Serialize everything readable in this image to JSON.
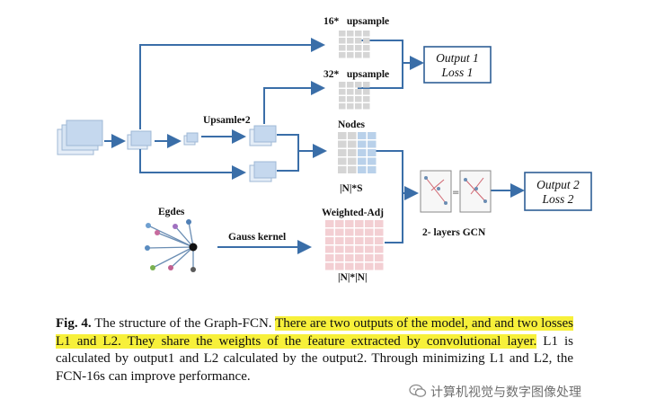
{
  "diagram": {
    "labels": {
      "upsample16": "16*   upsample",
      "upsample32": "32*   upsample",
      "upsample2": "Upsamle•2",
      "nodes": "Nodes",
      "nodes_dim": "|N|*S",
      "egdes": "Egdes",
      "gauss_kernel": "Gauss kernel",
      "weighted_adj": "Weighted-Adj",
      "adj_dim": "|N|*|N|",
      "gcn": "2- layers GCN",
      "out1_line1": "Output 1",
      "out1_line2": "Loss 1",
      "out2_line1": "Output 2",
      "out2_line2": "Loss 2"
    },
    "colors": {
      "arrow": "#3a6ea8",
      "feature": "#c5d8ee",
      "grid_gray": "#d5d5d5",
      "grid_blue": "#b9d1ea",
      "grid_pink": "#f3cfd3",
      "box": "#2f5f96"
    }
  },
  "caption": {
    "label": "Fig. 4.",
    "part1": " The structure of the Graph-FCN. ",
    "highlight": "There are two outputs of the model, and and two losses L1 and L2. They share the weights of the feature extracted by convolutional layer.",
    "part2": " L1 is calculated by output1 and L2 calculated by the output2. Through minimizing L1 and L2, the FCN-16s can improve performance."
  },
  "watermark": {
    "text": "计算机视觉与数字图像处理"
  }
}
